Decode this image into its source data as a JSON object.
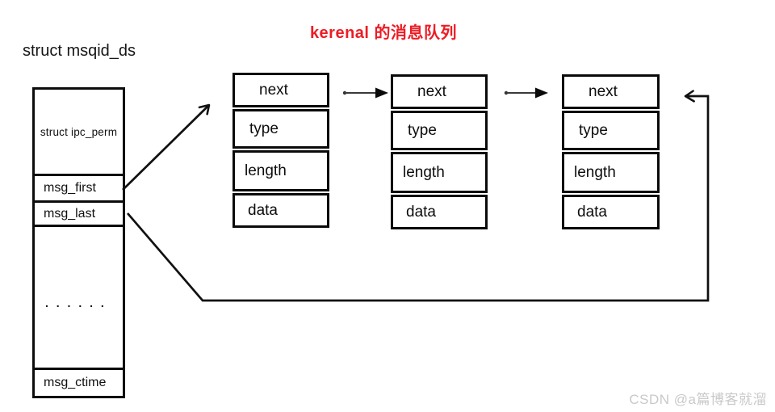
{
  "title": "kerenal 的消息队列",
  "struct_label": "struct msqid_ds",
  "msqid_box": {
    "rows": [
      {
        "label": "struct ipc_perm"
      },
      {
        "label": "msg_first"
      },
      {
        "label": "msg_last"
      },
      {
        "label": ". . . . . ."
      },
      {
        "label": "msg_ctime"
      }
    ]
  },
  "nodes": [
    {
      "fields": [
        "next",
        "type",
        "length",
        "data"
      ]
    },
    {
      "fields": [
        "next",
        "type",
        "length",
        "data"
      ]
    },
    {
      "fields": [
        "next",
        "type",
        "length",
        "data"
      ]
    }
  ],
  "watermark": "CSDN @a篇博客就溜",
  "colors": {
    "title_red": "#ed1c24",
    "line_black": "#111111",
    "watermark_gray": "#c9c9c9",
    "background": "#ffffff"
  }
}
